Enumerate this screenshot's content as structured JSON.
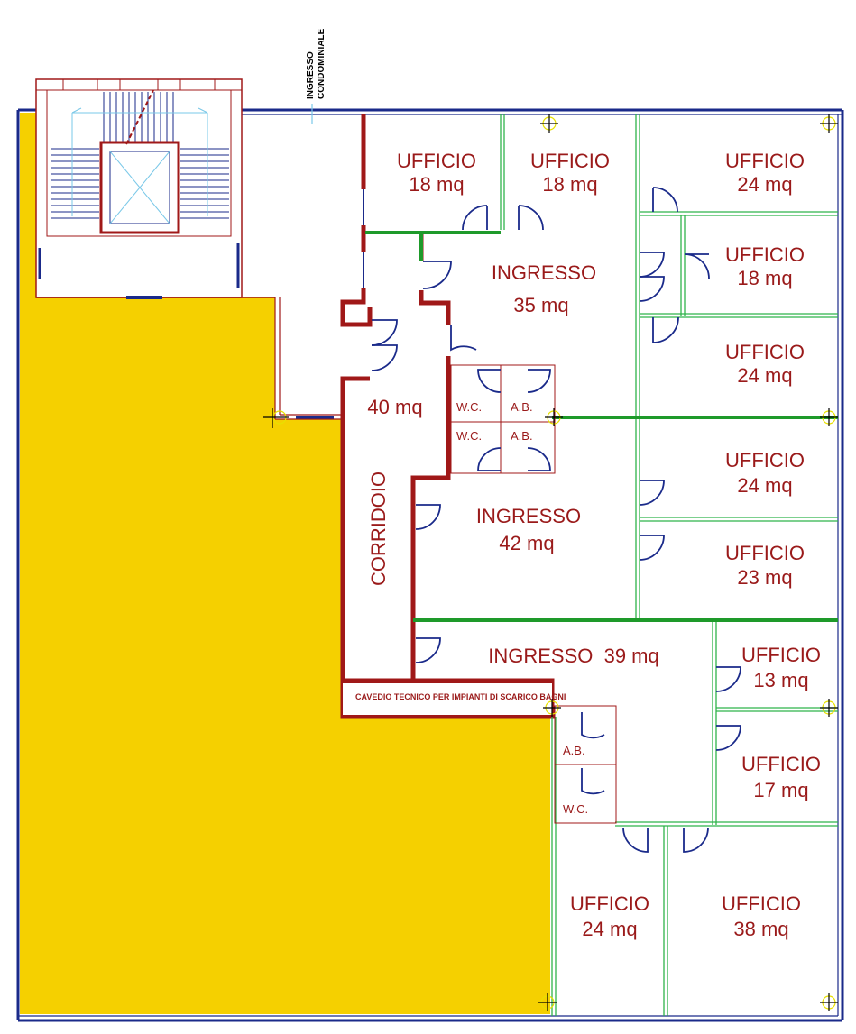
{
  "colors": {
    "outer_wall": "#1a2a8a",
    "red_wall": "#a01818",
    "partition": "#2fb34a",
    "partition_thick": "#1e9a2a",
    "door": "#1a2a8a",
    "yellow_area": "#f5d000",
    "label": "#9a1a1a"
  },
  "entrance": {
    "line1": "INGRESSO",
    "line2": "CONDOMINIALE"
  },
  "rooms": {
    "uff_1": {
      "name": "UFFICIO",
      "area": "18 mq"
    },
    "uff_2": {
      "name": "UFFICIO",
      "area": "18 mq"
    },
    "uff_3": {
      "name": "UFFICIO",
      "area": "24 mq"
    },
    "uff_4": {
      "name": "UFFICIO",
      "area": "18 mq"
    },
    "uff_5": {
      "name": "UFFICIO",
      "area": "24 mq"
    },
    "uff_6": {
      "name": "UFFICIO",
      "area": "24 mq"
    },
    "uff_7": {
      "name": "UFFICIO",
      "area": "23 mq"
    },
    "uff_8": {
      "name": "UFFICIO",
      "area": "13 mq"
    },
    "uff_9": {
      "name": "UFFICIO",
      "area": "17 mq"
    },
    "uff_10": {
      "name": "UFFICIO",
      "area": "24 mq"
    },
    "uff_11": {
      "name": "UFFICIO",
      "area": "38 mq"
    },
    "ingresso_1": {
      "name": "INGRESSO",
      "area": "35 mq"
    },
    "ingresso_2": {
      "name": "INGRESSO",
      "area": "42 mq"
    },
    "ingresso_3": {
      "label": "INGRESSO  39 mq"
    },
    "corridoio": {
      "name": "CORRIDOIO",
      "area": "40 mq"
    }
  },
  "services": {
    "wc_top_left": "W.C.",
    "ab_top_right": "A.B.",
    "wc_mid_left": "W.C.",
    "ab_mid_right": "A.B.",
    "ab_lower": "A.B.",
    "wc_lower": "W.C."
  },
  "cavedio": "CAVEDIO TECNICO PER IMPIANTI DI SCARICO BAGNI"
}
